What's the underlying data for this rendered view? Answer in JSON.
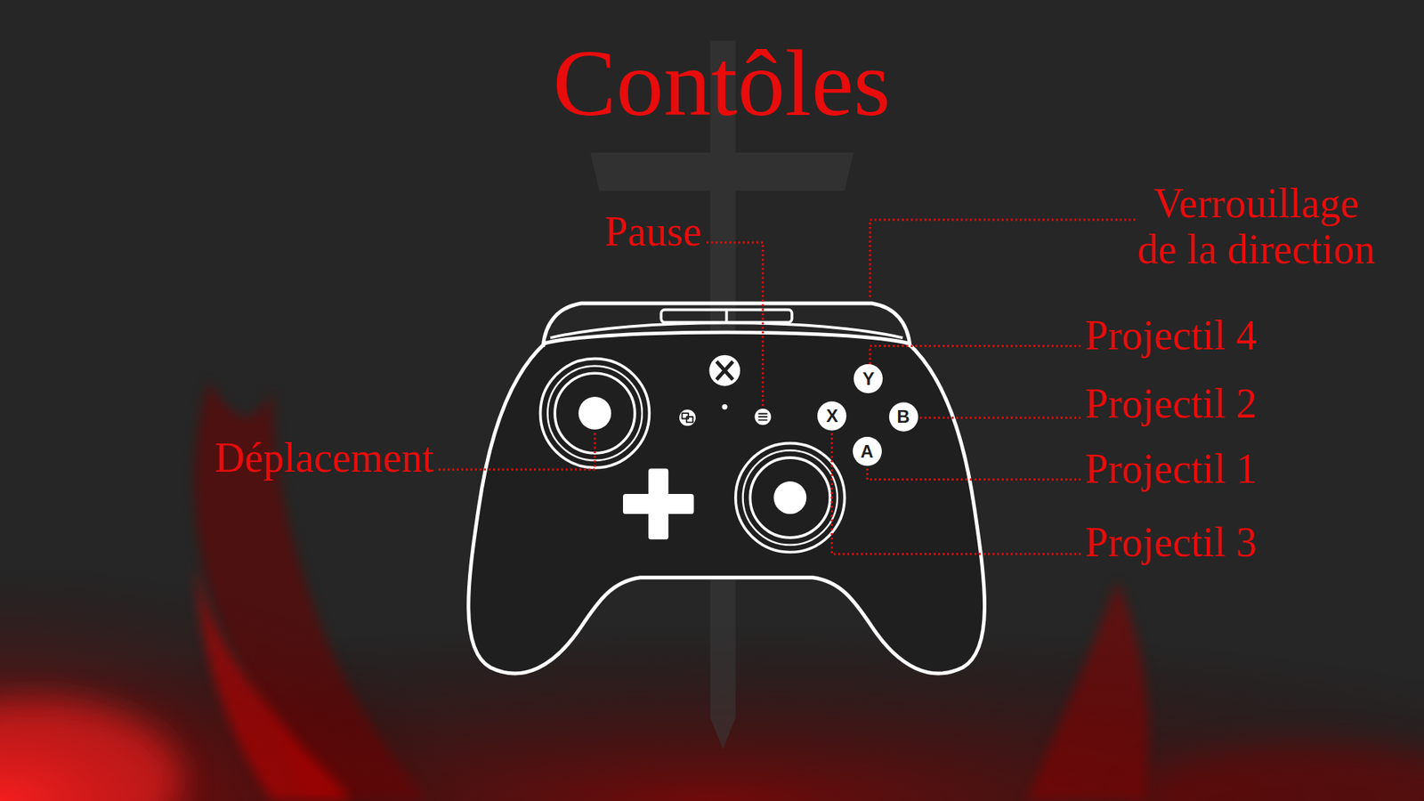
{
  "diagram": {
    "title": "Contôles",
    "labels": [
      "Pause",
      "Verrouillage de la direction",
      "Projectil 4",
      "Projectil 2",
      "Projectil 1",
      "Projectil 3",
      "Déplacement",
      "Y",
      "B",
      "X",
      "A"
    ]
  }
}
